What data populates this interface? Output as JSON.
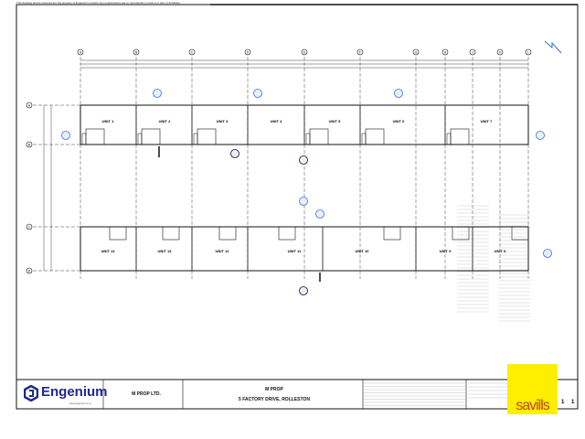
{
  "disclaimer": "This drawing and its contents are the property of Engenium Limited. Any unauthorised use or reproduction, in full or in part, is forbidden.",
  "grid_columns": [
    "A",
    "B",
    "C",
    "D",
    "E",
    "F",
    "G",
    "H",
    "J",
    "K",
    "L"
  ],
  "grid_rows": [
    "A",
    "B",
    "C",
    "D"
  ],
  "units_top": [
    "UNIT 1",
    "UNIT 2",
    "UNIT 3",
    "UNIT 4",
    "UNIT 5",
    "UNIT 6",
    "UNIT 7"
  ],
  "units_bottom": [
    "UNIT 14",
    "UNIT 13",
    "UNIT 12",
    "UNIT 11",
    "UNIT 10",
    "UNIT 9",
    "UNIT 8"
  ],
  "title_block": {
    "company": "Engenium",
    "company_url": "www.engenium.co.nz",
    "client": "M PROP LTD.",
    "project_line1": "M PROP",
    "project_line2": "5 FACTORY DRIVE, ROLLESTON",
    "sheet_number": "1",
    "revision": "1"
  },
  "watermark": "savills",
  "colors": {
    "line": "#111111",
    "marker": "#3a6fd8",
    "brand": "#1e2a8c",
    "savills_bg": "#ffee00",
    "savills_text": "#c0471c"
  }
}
